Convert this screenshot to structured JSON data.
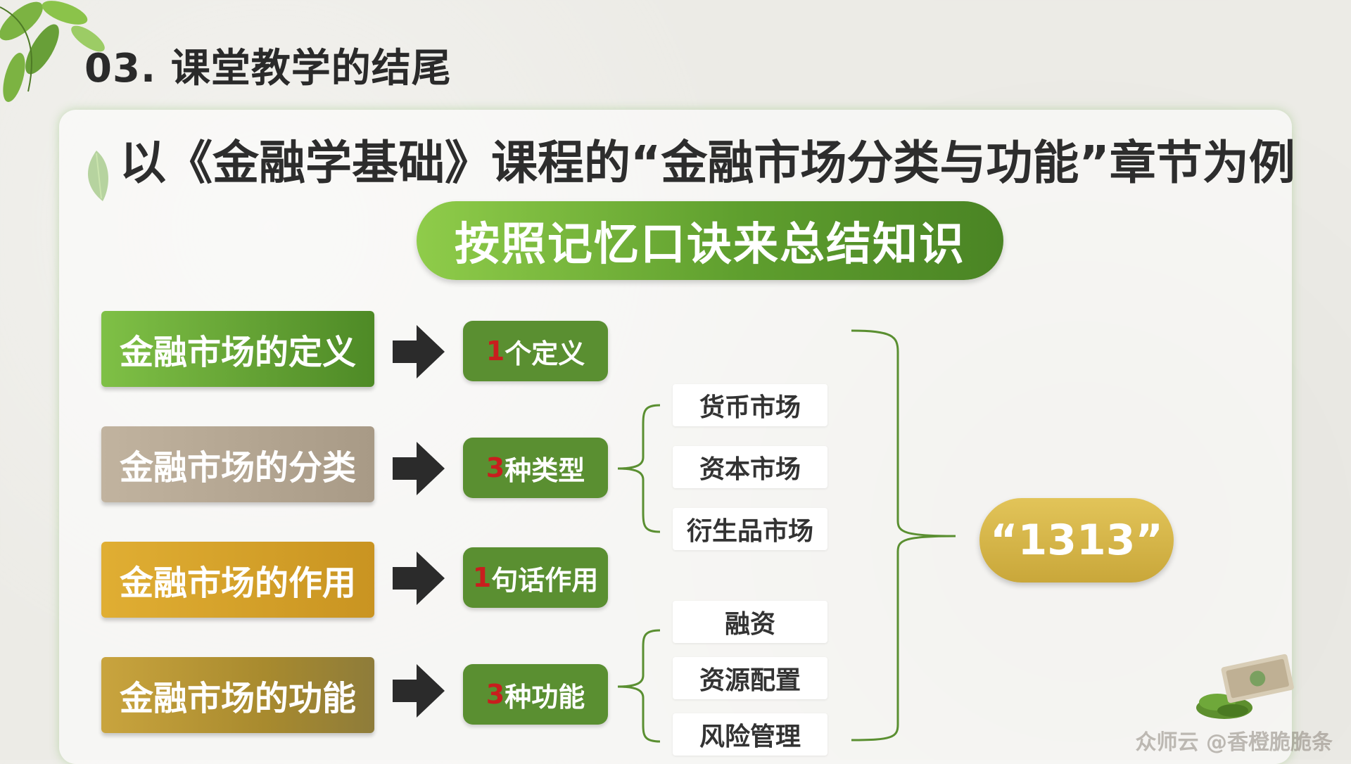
{
  "section_title": "03. 课堂教学的结尾",
  "headline": "以《金融学基础》课程的“金融市场分类与功能”章节为例",
  "pill": "按照记忆口诀来总结知识",
  "rows": [
    {
      "topic": "金融市场的定义",
      "num": "1",
      "label": "个定义"
    },
    {
      "topic": "金融市场的分类",
      "num": "3",
      "label": "种类型"
    },
    {
      "topic": "金融市场的作用",
      "num": "1",
      "label": "句话作用"
    },
    {
      "topic": "金融市场的功能",
      "num": "3",
      "label": "种功能"
    }
  ],
  "types": [
    "货币市场",
    "资本市场",
    "衍生品市场"
  ],
  "functions": [
    "融资",
    "资源配置",
    "风险管理"
  ],
  "summary": "“1313”",
  "watermark": "众师云 @香橙脆脆条",
  "colors": {
    "green": "#5a8f31",
    "gold": "#c9a73a",
    "red_number": "#c81e1e",
    "khaki": "#b3a591"
  },
  "icons": [
    "leaf-icon",
    "arrow-right-icon",
    "money-stack-icon"
  ]
}
